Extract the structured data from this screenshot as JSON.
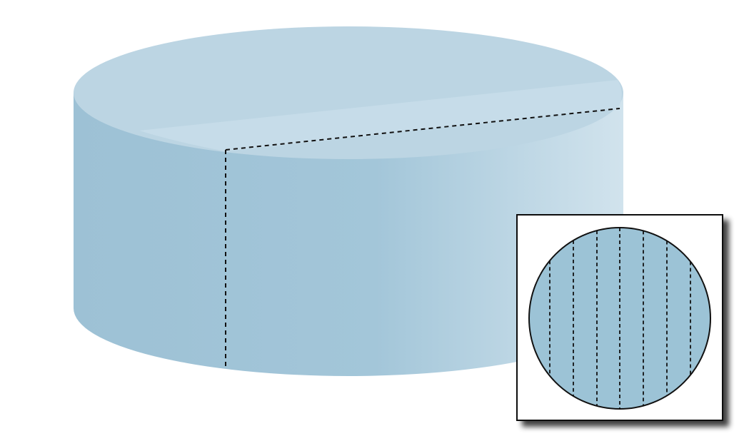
{
  "figure": {
    "type": "3d-cylinder-with-inset",
    "colors": {
      "background": "#ffffff",
      "cylinder_top": "#bcd5e3",
      "cylinder_side_dark": "#9cc1d5",
      "cylinder_side_light": "#d0e2ec",
      "top_slice_band": "#c6dce8",
      "dashed_line": "#111111",
      "inset_circle_fill": "#9cc3d6",
      "inset_border": "#111111",
      "inset_shadow": "#333333"
    },
    "inset": {
      "stripe_count": 7,
      "stripe_style": "dashed-vertical"
    }
  }
}
